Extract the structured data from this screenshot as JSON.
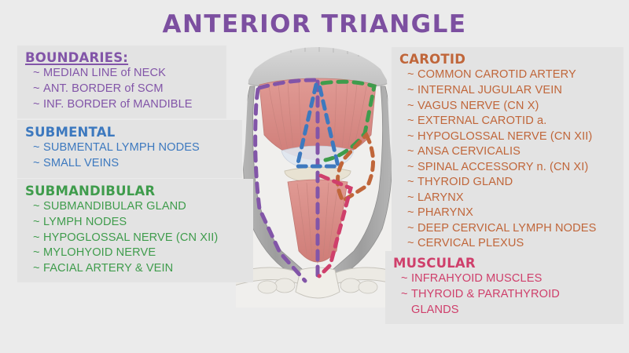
{
  "title": "ANTERIOR TRIANGLE",
  "colors": {
    "background": "#ebebeb",
    "panel_background": "#e3e3e3",
    "title_purple": "#7c4fa0",
    "boundaries_purple": "#8255a8",
    "submental_blue": "#3d79bf",
    "submandibular_green": "#3f9c4c",
    "carotid_orange": "#c0663a",
    "muscular_pink": "#cf3f6b",
    "muscle_red": "#d98a85",
    "bone_gray": "#c9c9c9"
  },
  "panels": {
    "boundaries": {
      "heading": "BOUNDARIES:",
      "items": [
        "MEDIAN LINE of NECK",
        "ANT. BORDER of SCM",
        "INF. BORDER of MANDIBLE"
      ]
    },
    "submental": {
      "heading": "SUBMENTAL",
      "items": [
        "SUBMENTAL LYMPH NODES",
        "SMALL VEINS"
      ]
    },
    "submandibular": {
      "heading": "SUBMANDIBULAR",
      "items": [
        "SUBMANDIBULAR GLAND",
        "LYMPH NODES",
        "HYPOGLOSSAL NERVE (CN XII)",
        "MYLOHYOID NERVE",
        "FACIAL ARTERY & VEIN"
      ]
    },
    "carotid": {
      "heading": "CAROTID",
      "items": [
        "COMMON CAROTID ARTERY",
        "INTERNAL JUGULAR VEIN",
        "VAGUS NERVE (CN X)",
        "EXTERNAL CAROTID a.",
        "HYPOGLOSSAL NERVE (CN XII)",
        "ANSA CERVICALIS",
        "SPINAL ACCESSORY n. (CN XI)",
        "THYROID GLAND",
        "LARYNX",
        "PHARYNX",
        "DEEP CERVICAL LYMPH NODES",
        "CERVICAL PLEXUS"
      ]
    },
    "muscular": {
      "heading": "MUSCULAR",
      "items": [
        "INFRAHYOID MUSCLES",
        "THYROID & PARATHYROID GLANDS"
      ]
    }
  },
  "illustration": {
    "name": "anterior-neck-dissection",
    "description": "Anterior view of dissected neck showing mandible, hyoid, sternocleidomastoid and infrahyoid muscles, clavicles and sternum, overlaid with colored dashed triangle boundaries",
    "bullet_marker": "~",
    "overlays": [
      {
        "name": "anterior-triangle-boundary",
        "color": "#8255a8",
        "style": "dashed"
      },
      {
        "name": "submental-triangle",
        "color": "#3d79bf",
        "style": "dashed"
      },
      {
        "name": "submandibular-triangle",
        "color": "#3f9c4c",
        "style": "dashed"
      },
      {
        "name": "carotid-triangle",
        "color": "#c0663a",
        "style": "dashed"
      },
      {
        "name": "muscular-triangle",
        "color": "#cf3f6b",
        "style": "dashed"
      }
    ]
  }
}
